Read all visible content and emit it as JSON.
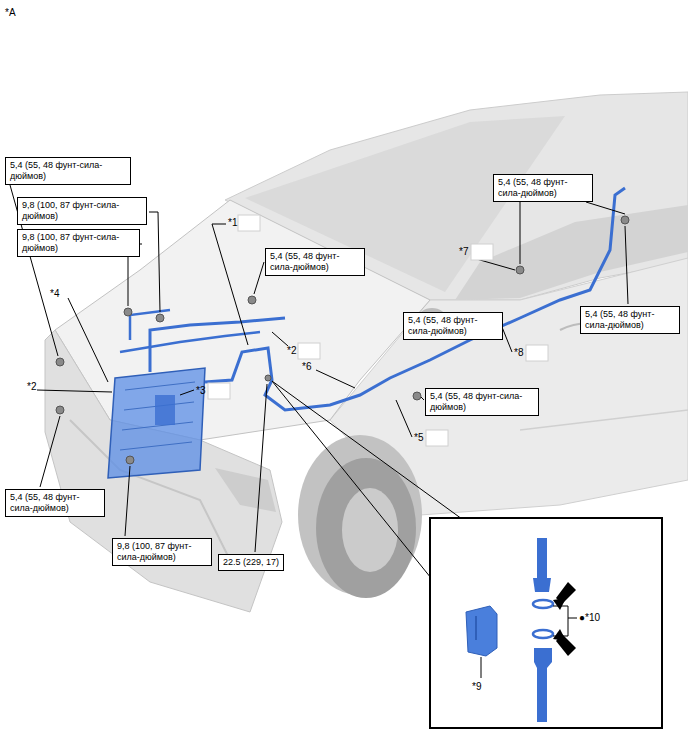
{
  "diagram": {
    "nodes": [
      {
        "text": [
          "5,4 (55, 48 фунт-сила-дюймов)"
        ]
      },
      {
        "text": [
          "9,8 (100, 87 фунт-сила-дюймов)"
        ]
      },
      {
        "text": [
          "9,8 (100, 87 фунт-сила-дюймов)"
        ]
      },
      {
        "text": [
          "5,4 (55, 48 фунт-сила-дюймов)"
        ]
      },
      {
        "text": [
          "5,4 (55, 48 фунт-сила-дюймов)"
        ]
      },
      {
        "text": [
          "5,4 (55, 48 фунт-сила-дюймов)"
        ]
      },
      {
        "text": [
          "5,4 (55, 48 фунт-сила-дюймов)"
        ]
      },
      {
        "text": [
          "5,4 (55, 48 фунт-сила-дюймов)"
        ]
      },
      {
        "text": [
          "5,4 (55, 48 фунт-сила-дюймов)"
        ]
      },
      {
        "text": [
          "9,8 (100, 87 фунт-сила-дюймов)"
        ]
      },
      {
        "text": [
          "22.5 (229, 17)"
        ]
      }
    ],
    "labels": [
      "*A",
      "*1",
      "*2",
      "*4",
      "*2",
      "*3",
      "*6",
      "*7",
      "*5",
      "*8",
      "*9",
      "●*10"
    ]
  }
}
